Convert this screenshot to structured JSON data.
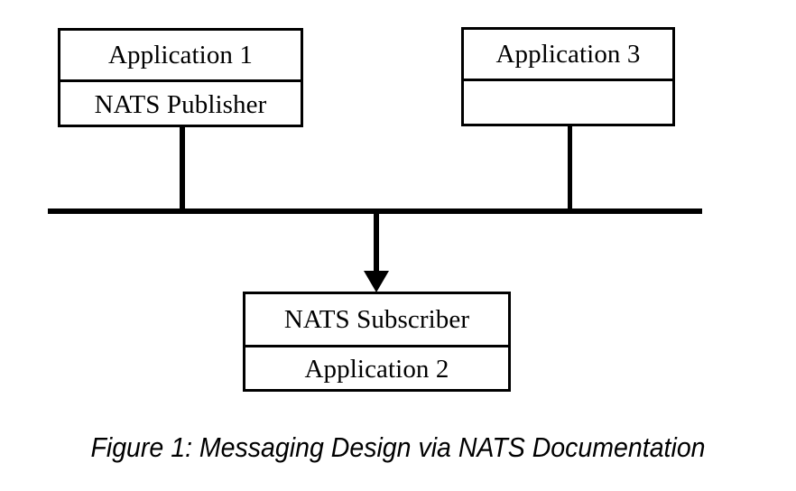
{
  "figure": {
    "caption": "Figure 1: Messaging Design via NATS Documentation",
    "background_color": "#ffffff",
    "stroke_color": "#000000",
    "text_color": "#000000"
  },
  "diagram": {
    "type": "block-diagram",
    "description": "NATS messaging bus connecting a publisher application, a subscriber application, and a third application",
    "nodes": [
      {
        "id": "app1",
        "upper_label": "Application 1",
        "lower_label": "NATS Publisher",
        "position": "top-left"
      },
      {
        "id": "app3",
        "upper_label": "Application 3",
        "lower_label": "",
        "position": "top-right"
      },
      {
        "id": "app2",
        "upper_label": "NATS Subscriber",
        "lower_label": "Application 2",
        "position": "bottom-center"
      }
    ],
    "bus": {
      "label": "",
      "orientation": "horizontal"
    },
    "connectors": [
      {
        "id": "publisher-to-bus",
        "from": "app1",
        "to": "bus",
        "arrow": false
      },
      {
        "id": "app3-to-bus",
        "from": "app3",
        "to": "bus",
        "arrow": false
      },
      {
        "id": "bus-to-subscriber",
        "from": "bus",
        "to": "app2",
        "arrow": true
      }
    ]
  }
}
